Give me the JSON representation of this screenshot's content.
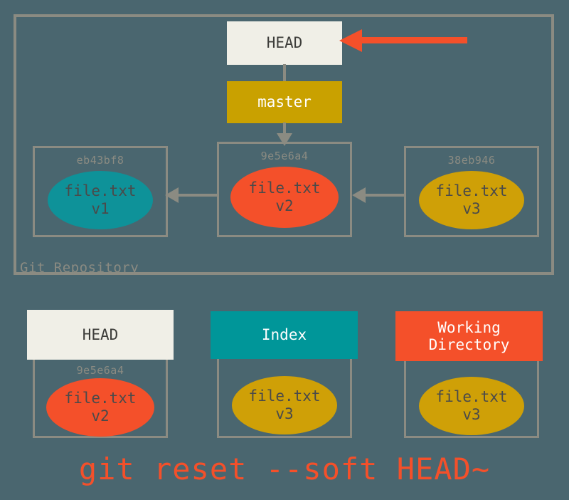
{
  "diagram": {
    "background_color": "#4a666f",
    "repository": {
      "label": "Git Repository",
      "border_color": "#8b8b82",
      "pointers": [
        {
          "name": "HEAD",
          "label": "HEAD",
          "background": "#f0efe7",
          "text_color": "#3d3d3a"
        },
        {
          "name": "master",
          "label": "master",
          "background": "#c9a100",
          "text_color": "#ffffff"
        }
      ],
      "commits": [
        {
          "hash": "eb43bf8",
          "file": "file.txt",
          "version": "v1",
          "blob_color": "#0e9299"
        },
        {
          "hash": "9e5e6a4",
          "file": "file.txt",
          "version": "v2",
          "blob_color": "#f4502a"
        },
        {
          "hash": "38eb946",
          "file": "file.txt",
          "version": "v3",
          "blob_color": "#cfa007"
        }
      ]
    },
    "annotation_arrow": {
      "name": "head-pointer-arrow",
      "color": "#f4502a",
      "direction": "left",
      "points_to": "HEAD"
    },
    "stages": [
      {
        "title": "HEAD",
        "header_background": "#f0efe7",
        "header_text_color": "#3d3d3a",
        "hash": "9e5e6a4",
        "file": "file.txt",
        "version": "v2",
        "blob_color": "#f4502a"
      },
      {
        "title": "Index",
        "header_background": "#009699",
        "header_text_color": "#ffffff",
        "hash": "",
        "file": "file.txt",
        "version": "v3",
        "blob_color": "#cfa007"
      },
      {
        "title": "Working\nDirectory",
        "header_background": "#f4502a",
        "header_text_color": "#ffffff",
        "hash": "",
        "file": "file.txt",
        "version": "v3",
        "blob_color": "#cfa007"
      }
    ],
    "command": "git reset --soft HEAD~",
    "command_color": "#f4502a"
  }
}
